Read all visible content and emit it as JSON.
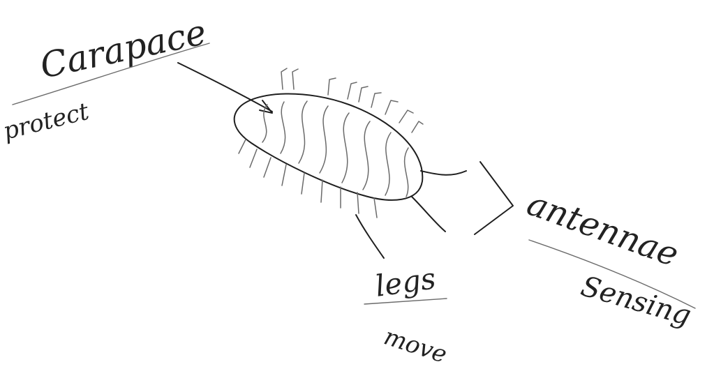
{
  "labels": {
    "carapace": {
      "name": "Carapace",
      "function": "protect"
    },
    "legs": {
      "name": "legs",
      "function": "move"
    },
    "antennae": {
      "name": "antennae",
      "function": "Sensing"
    }
  }
}
